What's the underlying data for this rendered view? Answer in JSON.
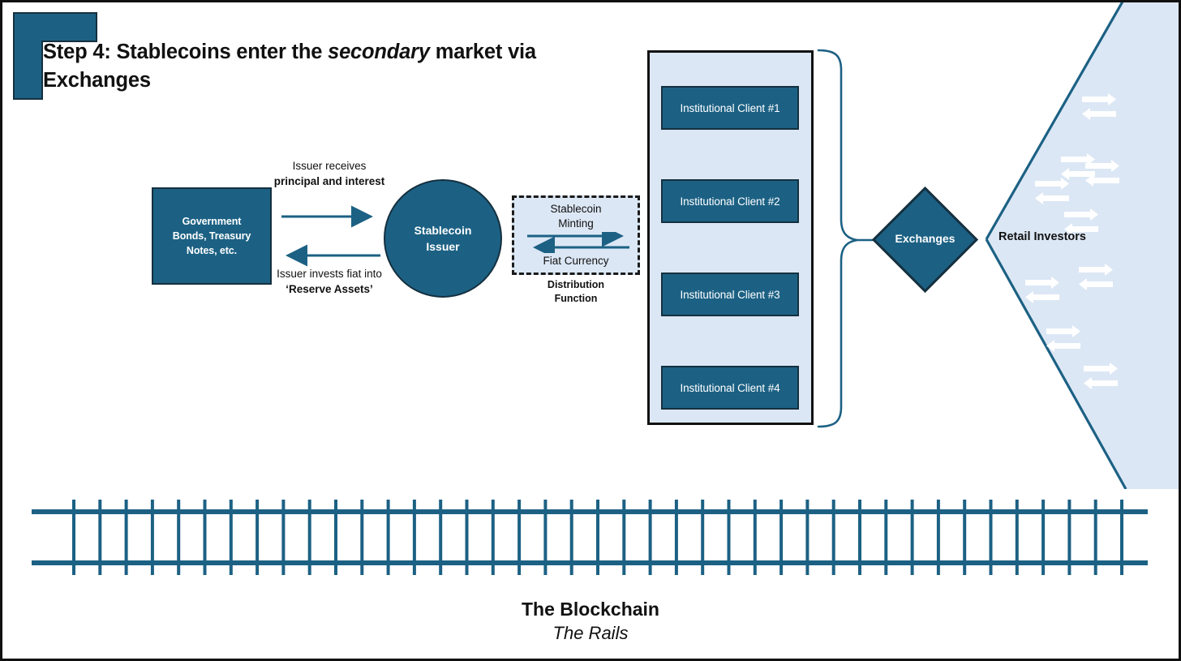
{
  "header": {
    "step_label": "Step 4: Stablecoins enter the ",
    "step_emphasis": "secondary",
    "step_label_2": " market via Exchanges",
    "full_title": "Step 4: Stablecoins enter the secondary market via Exchanges"
  },
  "colors": {
    "dark_blue": "#1c6184",
    "outline": "#15303f",
    "light_blue": "#dce7f5",
    "rail_blue": "#1c6184",
    "border_black": "#111111",
    "white": "#ffffff"
  },
  "reserve": {
    "label_line1": "Government",
    "label_line2": "Bonds, Treasury",
    "label_line3": "Notes, etc."
  },
  "issuer": {
    "label_line1": "Stablecoin",
    "label_line2": "Issuer"
  },
  "flows": {
    "top_plain": "Issuer receives",
    "top_bold": "principal and interest",
    "bottom_plain": "Issuer invests fiat into ",
    "bottom_bold": "‘Reserve Assets’"
  },
  "distribution": {
    "top_label_line1": "Stablecoin",
    "top_label_line2": "Minting",
    "bottom_label": "Fiat Currency",
    "caption_line1": "Distribution",
    "caption_line2": "Function"
  },
  "clients": {
    "items": [
      {
        "label": "Institutional Client #1"
      },
      {
        "label": "Institutional Client #2"
      },
      {
        "label": "Institutional Client #3"
      },
      {
        "label": "Institutional Client #4"
      }
    ]
  },
  "exchanges": {
    "label": "Exchanges"
  },
  "retail": {
    "label": "Retail Investors"
  },
  "blockchain": {
    "title": "The Blockchain",
    "subtitle": "The Rails"
  }
}
